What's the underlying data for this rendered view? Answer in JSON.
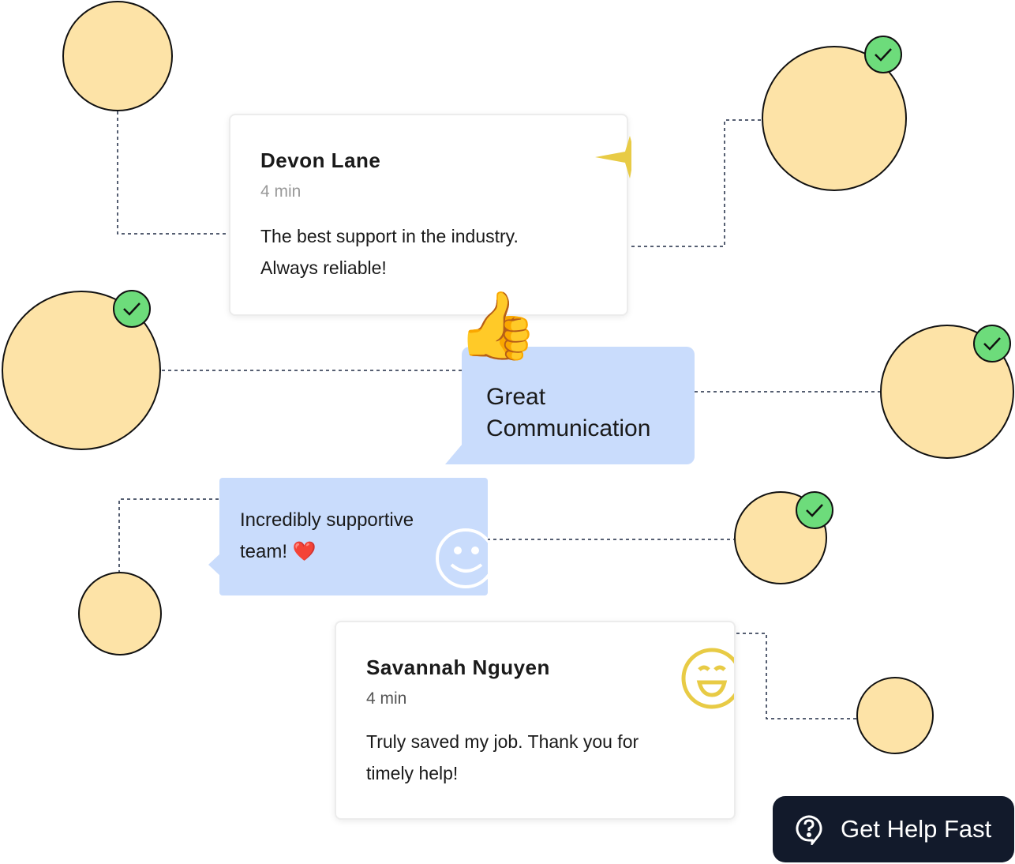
{
  "reviews": [
    {
      "name": "Devon Lane",
      "time": "4 min",
      "text_line1": "The best support in the industry.",
      "text_line2": "Always reliable!"
    },
    {
      "name": "Savannah Nguyen",
      "time": "4 min",
      "text_line1": "Truly saved my job. Thank you for",
      "text_line2": "timely help!"
    }
  ],
  "bubbles": {
    "great_line1": "Great",
    "great_line2": "Communication",
    "supportive_line1": "Incredibly supportive",
    "supportive_line2": "team!",
    "heart": "❤️",
    "thumbs": "👍"
  },
  "cta": {
    "label": "Get Help Fast"
  },
  "colors": {
    "avatar_bg": "#fde3a7",
    "check": "#6ddc7b",
    "bubble": "#c9dcfc",
    "button": "#121a2b",
    "accent": "#e8cb45"
  }
}
